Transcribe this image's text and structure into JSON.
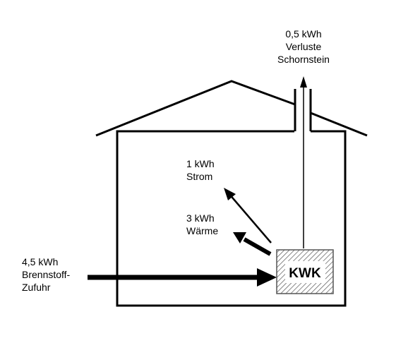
{
  "colors": {
    "line": "#000000",
    "background": "#ffffff",
    "hatch": "#555555"
  },
  "unit": {
    "label": "KWK"
  },
  "flows": {
    "chimney_loss": {
      "line1": "0,5 kWh",
      "line2": "Verluste",
      "line3": "Schornstein"
    },
    "electricity": {
      "line1": "1 kWh",
      "line2": "Strom"
    },
    "heat": {
      "line1": "3 kWh",
      "line2": "Wärme"
    },
    "fuel_input": {
      "line1": "4,5 kWh",
      "line2": "Brennstoff-",
      "line3": "Zufuhr"
    }
  }
}
